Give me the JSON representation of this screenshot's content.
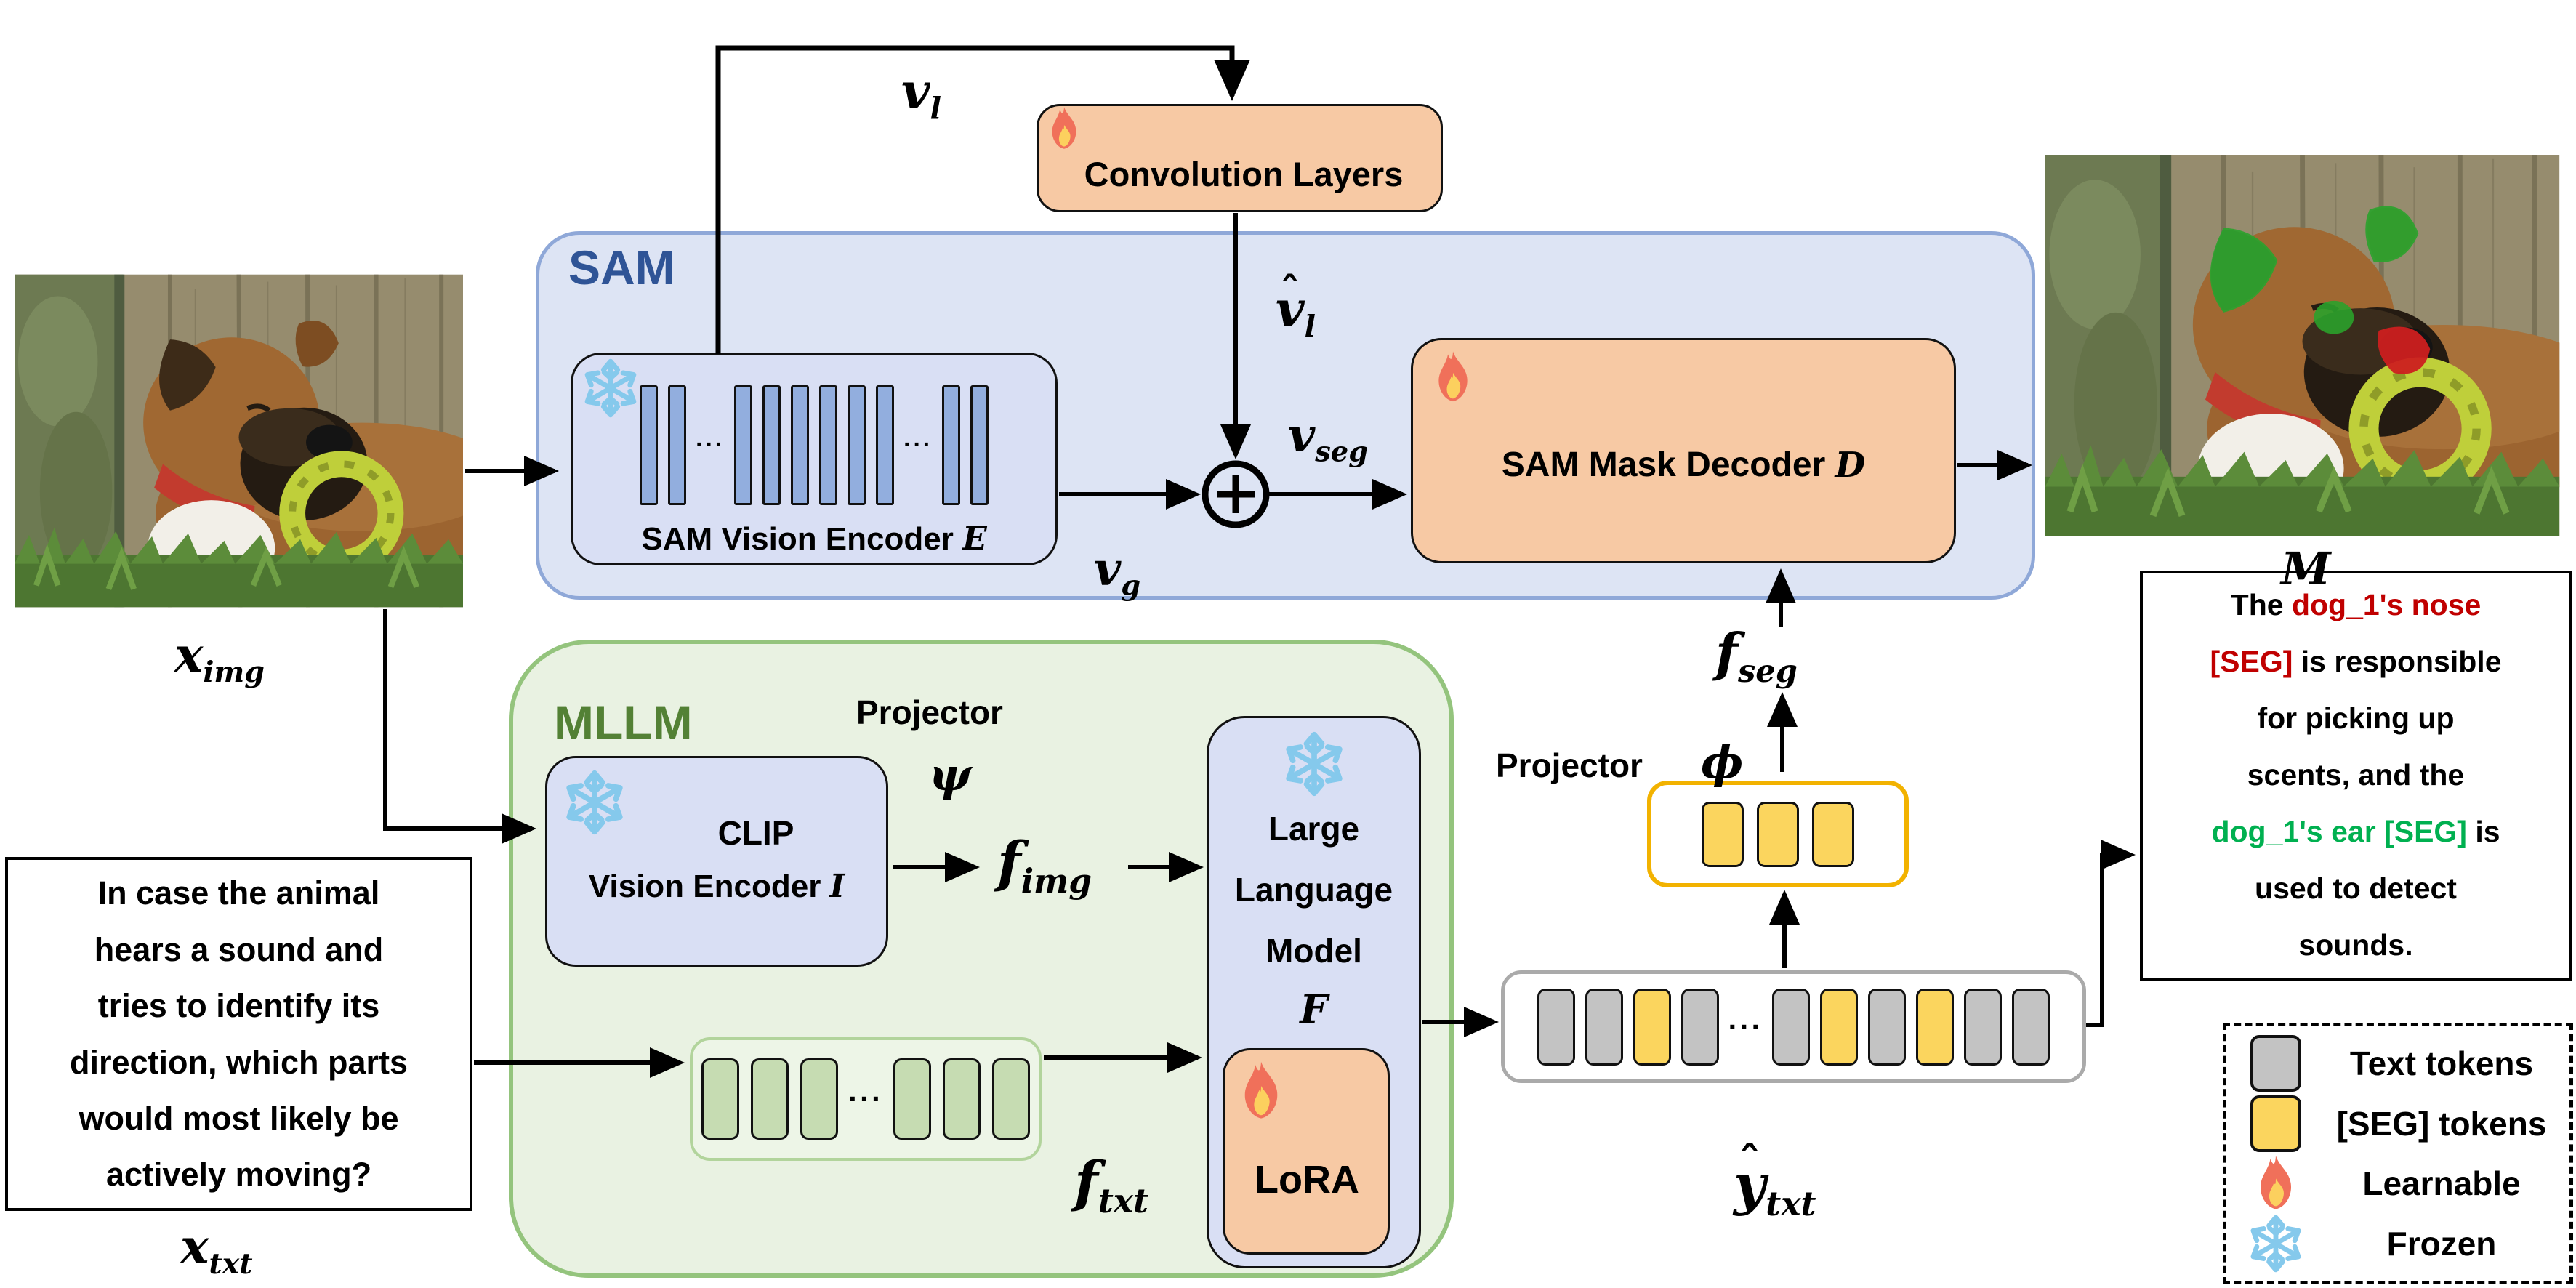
{
  "sam": {
    "label": "SAM",
    "encoder_label": "SAM Vision Encoder",
    "encoder_var": "E",
    "conv_label": "Convolution Layers",
    "decoder_label": "SAM Mask Decoder",
    "decoder_var": "D"
  },
  "mllm": {
    "label": "MLLM",
    "clip_line1": "CLIP",
    "clip_line2": "Vision Encoder",
    "clip_var": "I",
    "projector_psi_label": "Projector",
    "projector_psi_symbol": "ψ",
    "projector_phi_label": "Projector",
    "projector_phi_symbol": "ϕ",
    "llm_line1": "Large",
    "llm_line2": "Language",
    "llm_line3": "Model",
    "llm_var": "F",
    "lora_label": "LoRA"
  },
  "vars": {
    "x_img": {
      "base": "x",
      "sub": "img"
    },
    "x_txt": {
      "base": "x",
      "sub": "txt"
    },
    "v_l": {
      "base": "v",
      "sub": "l"
    },
    "v_l_hat": {
      "base": "v",
      "sub": "l",
      "hat": true
    },
    "v_g": {
      "base": "v",
      "sub": "g"
    },
    "v_seg": {
      "base": "v",
      "sub": "seg"
    },
    "f_img": {
      "base": "f",
      "sub": "img"
    },
    "f_txt": {
      "base": "f",
      "sub": "txt"
    },
    "f_seg": {
      "base": "f",
      "sub": "seg"
    },
    "y_txt_hat": {
      "base": "y",
      "sub": "txt",
      "hat": true
    },
    "M": {
      "base": "M",
      "sub": ""
    }
  },
  "question": {
    "lines": [
      "In case the animal",
      "hears a sound and",
      "tries to identify its",
      "direction, which parts",
      "would most likely be",
      "actively moving?"
    ]
  },
  "answer": {
    "lines": [
      [
        {
          "t": "The ",
          "c": "black"
        },
        {
          "t": "dog_1's nose",
          "c": "red"
        }
      ],
      [
        {
          "t": "[SEG]",
          "c": "red"
        },
        {
          "t": " is responsible",
          "c": "black"
        }
      ],
      [
        {
          "t": "for picking up",
          "c": "black"
        }
      ],
      [
        {
          "t": "scents, and the",
          "c": "black"
        }
      ],
      [
        {
          "t": "dog_1's ear [SEG]",
          "c": "green"
        },
        {
          "t": " is",
          "c": "black"
        }
      ],
      [
        {
          "t": "used to detect",
          "c": "black"
        }
      ],
      [
        {
          "t": "sounds.",
          "c": "black"
        }
      ]
    ]
  },
  "tokens": {
    "encoder_bars": [
      "bar",
      "bar",
      "dots",
      "bar",
      "bar",
      "bar",
      "bar",
      "bar",
      "bar",
      "dots",
      "bar",
      "bar"
    ],
    "txt_tokens": [
      "tok",
      "tok",
      "tok",
      "dots",
      "tok",
      "tok",
      "tok"
    ],
    "seg_tokens": [
      "tok",
      "tok",
      "tok"
    ],
    "ytxt_tokens": [
      "tok",
      "tok",
      "seg",
      "tok",
      "dots",
      "tok",
      "seg",
      "tok",
      "seg",
      "tok",
      "tok"
    ]
  },
  "legend": {
    "items": [
      {
        "icon": "text-token",
        "label": "Text tokens"
      },
      {
        "icon": "seg-token",
        "label": "[SEG] tokens"
      },
      {
        "icon": "fire",
        "label": "Learnable"
      },
      {
        "icon": "snowflake",
        "label": "Frozen"
      }
    ]
  },
  "colors": {
    "sam_fill": "#dde4f4",
    "sam_border": "#8fa8d8",
    "sam_label": "#2f5496",
    "mllm_fill": "#e9f2e2",
    "mllm_border": "#94c47d",
    "mllm_label": "#538135",
    "peach": "#f7c9a4",
    "lavender": "#d9dff4",
    "text_token": "#c3c3c3",
    "seg_token": "#fbd55e",
    "txt_token_green": "#c6dcb2",
    "answer_red": "#c00000",
    "answer_green": "#00b050",
    "yellow_box_border": "#f2b200"
  }
}
